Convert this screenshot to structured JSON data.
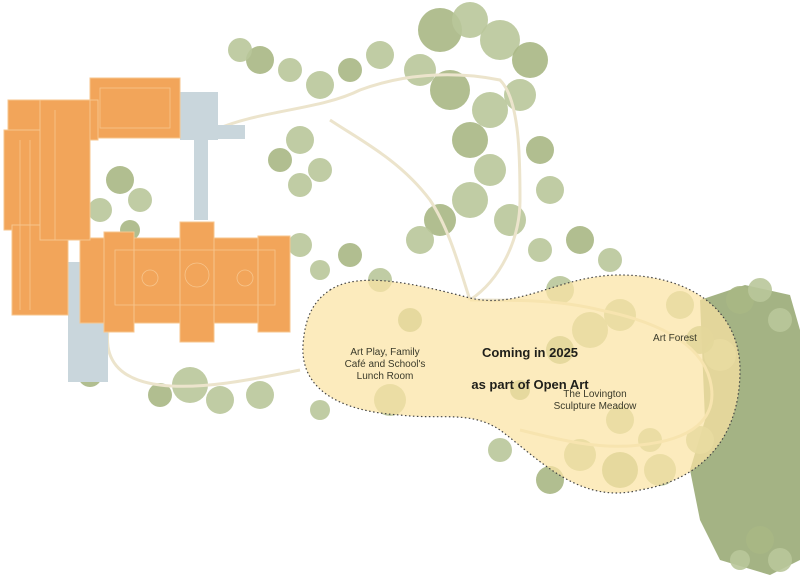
{
  "map": {
    "highlight_zone": {
      "headline_line1": "Coming in 2025",
      "headline_line2": "as part of Open Art"
    },
    "areas": {
      "art_play": "Art Play, Family\nCafé and School's\nLunch Room",
      "art_forest": "Art Forest",
      "sculpture_meadow": "The Lovington\nSculpture Meadow"
    },
    "colors": {
      "building": "#f2a55a",
      "building_line": "#f7c58c",
      "path": "#c9d6dc",
      "tree": "#b9c79a",
      "tree_dark": "#a8b784",
      "forest": "#94a66e",
      "highlight_fill": "#fbe3a3",
      "highlight_border": "#444444",
      "walkway": "#e9e0c8"
    }
  }
}
